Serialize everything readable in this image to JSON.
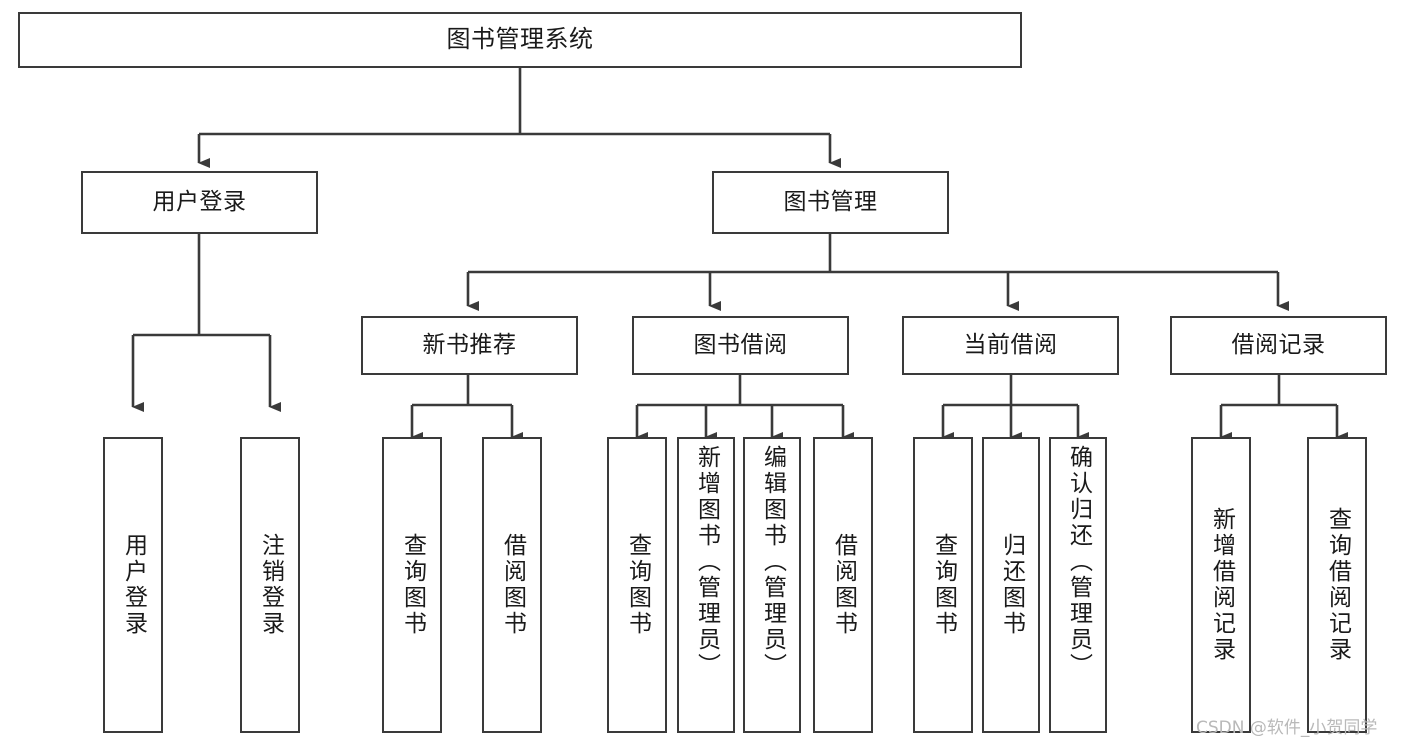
{
  "diagram": {
    "title": "图书管理系统",
    "watermark": "CSDN @软件_小贺同学",
    "line_color": "#3a3a3a",
    "background": "#ffffff",
    "root": {
      "label": "图书管理系统"
    },
    "level1": [
      {
        "label": "用户登录"
      },
      {
        "label": "图书管理"
      }
    ],
    "level2": [
      {
        "label": "新书推荐"
      },
      {
        "label": "图书借阅"
      },
      {
        "label": "当前借阅"
      },
      {
        "label": "借阅记录"
      }
    ],
    "leaves": {
      "user_login": [
        {
          "label": "用户登录"
        },
        {
          "label": "注销登录"
        }
      ],
      "new_book_recommend": [
        {
          "label": "查询图书"
        },
        {
          "label": "借阅图书"
        }
      ],
      "book_borrow": [
        {
          "label": "查询图书"
        },
        {
          "label": "新增图书（管理员）"
        },
        {
          "label": "编辑图书（管理员）"
        },
        {
          "label": "借阅图书"
        }
      ],
      "current_borrow": [
        {
          "label": "查询图书"
        },
        {
          "label": "归还图书"
        },
        {
          "label": "确认归还（管理员）"
        }
      ],
      "borrow_record": [
        {
          "label": "新增借阅记录"
        },
        {
          "label": "查询借阅记录"
        }
      ]
    }
  }
}
